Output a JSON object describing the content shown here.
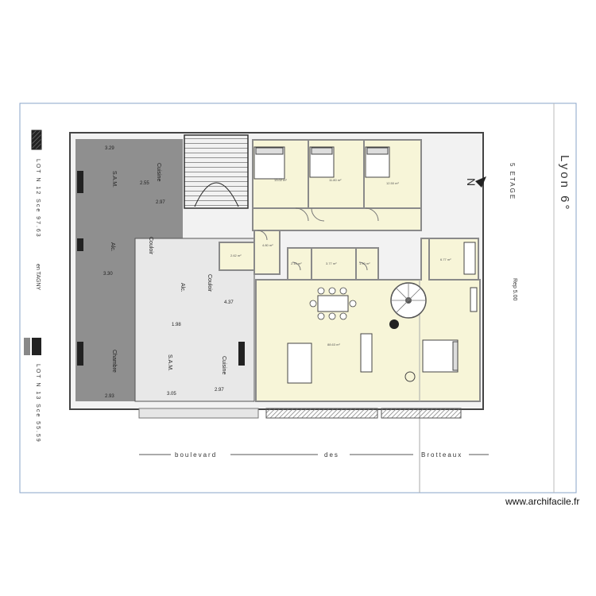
{
  "plan": {
    "city": "Lyon 6°",
    "floor": "5 ETAGE",
    "north": "N",
    "plot_left_top": "LOT N 12 Sce 97.63",
    "plot_left_bottom": "LOT N 13 Sce 55.59",
    "owner": "en TAGNY",
    "ref": "Rep 5.00",
    "street_words": [
      "boulevard",
      "des",
      "Brotteaux"
    ],
    "rooms_left": [
      {
        "name": "S.A.M.",
        "dims": "3.29"
      },
      {
        "name": "Cuisine",
        "dims": "2.55"
      },
      {
        "name": "Couloir",
        "dims": "2.97"
      },
      {
        "name": "Alc.",
        "dims": "3.30"
      },
      {
        "name": "Chambre",
        "dims": "2.93"
      },
      {
        "name": "S.A.M.",
        "dims": "3.05"
      },
      {
        "name": "Cuisine",
        "dims": "2.97"
      },
      {
        "name": "Alc.",
        "dims": "1.98"
      },
      {
        "name": "Couloir",
        "dims": "4.37"
      }
    ],
    "areas": [
      {
        "id": "bed1",
        "label": "13.02 m²"
      },
      {
        "id": "bed2",
        "label": "11.80 m²"
      },
      {
        "id": "bed3",
        "label": "12.50 m²"
      },
      {
        "id": "small1",
        "label": "2.62 m²"
      },
      {
        "id": "small2",
        "label": "4.80 m²"
      },
      {
        "id": "bath1",
        "label": "2.10 m²"
      },
      {
        "id": "bath2",
        "label": "3.77 m²"
      },
      {
        "id": "wc",
        "label": "1.90 m²"
      },
      {
        "id": "bath3",
        "label": "6.77 m²"
      },
      {
        "id": "living",
        "label": "88.63 m²"
      }
    ]
  },
  "colors": {
    "room_fill": "#f7f5d8",
    "wall": "#8a8a8a",
    "shade": "#8f8f8f",
    "hatch": "#6f6f6f"
  },
  "footer": {
    "watermark": "www.archifacile.fr"
  }
}
